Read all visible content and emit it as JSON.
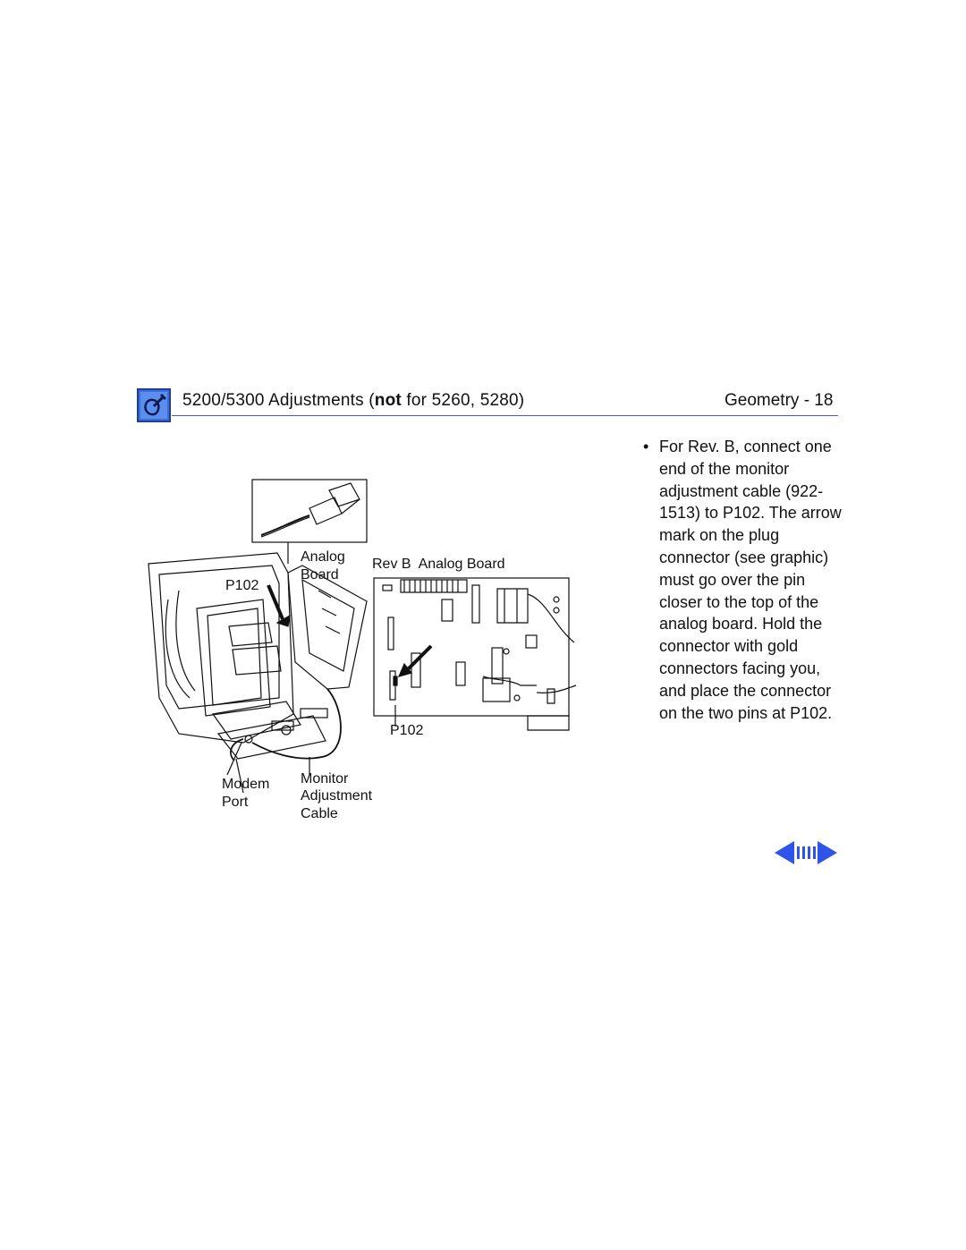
{
  "header": {
    "title_prefix": "5200/5300 Adjustments (",
    "title_emphasis": "not",
    "title_suffix": " for 5260, 5280)",
    "section": "Geometry - 18",
    "icon": "apple-tool-icon"
  },
  "instructions": {
    "bullet": "•",
    "text": "For Rev. B, connect one end of the monitor adjustment cable (922-1513) to P102. The arrow mark on the plug connector (see graphic) must go over the pin closer to the top of the analog board. Hold the connector with gold connectors facing you, and place the connector on the two pins at P102."
  },
  "figure": {
    "labels": {
      "analog": "Analog",
      "board": "Board",
      "p102_left": "P102",
      "rev_b": "Rev B  Analog Board",
      "p102_right": "P102",
      "modem": "Modem",
      "port": "Port",
      "monitor": "Monitor",
      "adjustment": "Adjustment",
      "cable": "Cable"
    }
  },
  "navigation": {
    "prev": "previous-page-arrow",
    "index": "index-icon",
    "next": "next-page-arrow",
    "color": "#2f55e8"
  }
}
